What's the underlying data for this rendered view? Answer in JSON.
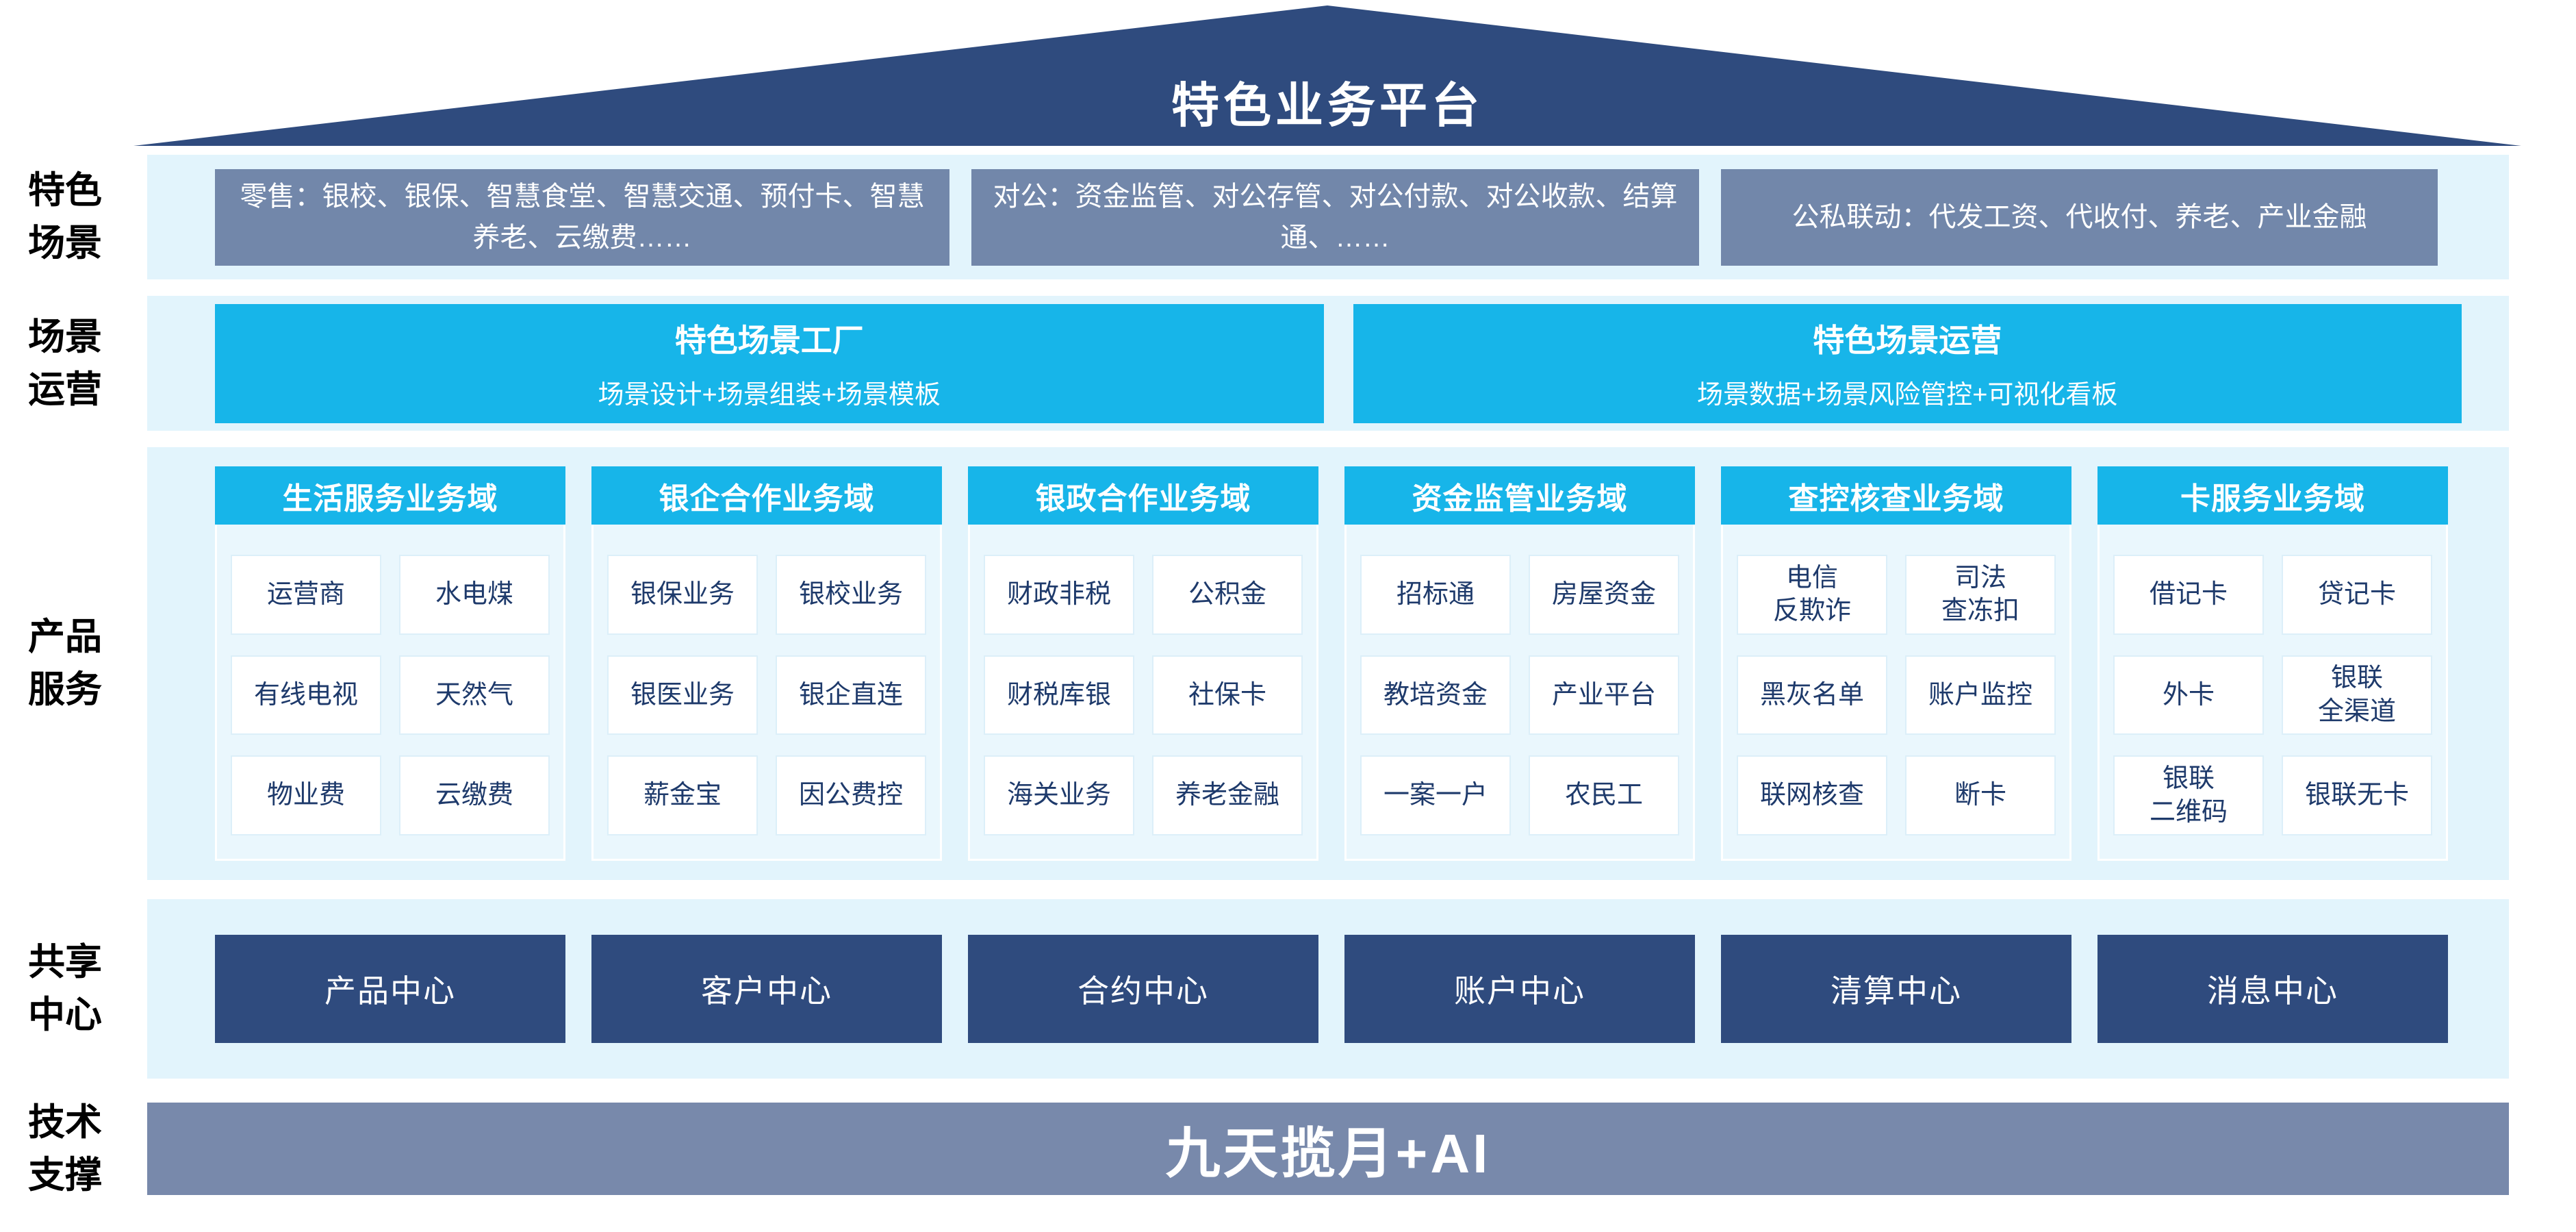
{
  "title": "特色业务平台",
  "colors": {
    "roof": "#2F4B7E",
    "cyan": "#17B5E9",
    "band": "#E2F4FC",
    "gray_blue": "#7287AA",
    "bar": "#7889AB",
    "navy_text": "#1E3A6B",
    "dark_box": "#2F4B7E"
  },
  "scene_row": {
    "label": "特色\n场景",
    "boxes": [
      "零售：银校、银保、智慧食堂、智慧交通、预付卡、智慧养老、云缴费……",
      "对公：资金监管、对公存管、对公付款、对公收款、结算通、……",
      "公私联动：代发工资、代收付、养老、产业金融"
    ]
  },
  "operation_row": {
    "label": "场景\n运营",
    "boxes": [
      {
        "title": "特色场景工厂",
        "subtitle": "场景设计+场景组装+场景模板"
      },
      {
        "title": "特色场景运营",
        "subtitle": "场景数据+场景风险管控+可视化看板"
      }
    ]
  },
  "product_row": {
    "label": "产品\n服务",
    "columns": [
      {
        "header": "生活服务业务域",
        "cells": [
          [
            "运营商",
            "水电煤"
          ],
          [
            "有线电视",
            "天然气"
          ],
          [
            "物业费",
            "云缴费"
          ]
        ]
      },
      {
        "header": "银企合作业务域",
        "cells": [
          [
            "银保业务",
            "银校业务"
          ],
          [
            "银医业务",
            "银企直连"
          ],
          [
            "薪金宝",
            "因公费控"
          ]
        ]
      },
      {
        "header": "银政合作业务域",
        "cells": [
          [
            "财政非税",
            "公积金"
          ],
          [
            "财税库银",
            "社保卡"
          ],
          [
            "海关业务",
            "养老金融"
          ]
        ]
      },
      {
        "header": "资金监管业务域",
        "cells": [
          [
            "招标通",
            "房屋资金"
          ],
          [
            "教培资金",
            "产业平台"
          ],
          [
            "一案一户",
            "农民工"
          ]
        ]
      },
      {
        "header": "查控核查业务域",
        "cells": [
          [
            "电信\n反欺诈",
            "司法\n查冻扣"
          ],
          [
            "黑灰名单",
            "账户监控"
          ],
          [
            "联网核查",
            "断卡"
          ]
        ]
      },
      {
        "header": "卡服务业务域",
        "cells": [
          [
            "借记卡",
            "贷记卡"
          ],
          [
            "外卡",
            "银联\n全渠道"
          ],
          [
            "银联\n二维码",
            "银联无卡"
          ]
        ]
      }
    ]
  },
  "shared_row": {
    "label": "共享\n中心",
    "boxes": [
      "产品中心",
      "客户中心",
      "合约中心",
      "账户中心",
      "清算中心",
      "消息中心"
    ]
  },
  "tech_row": {
    "label": "技术\n支撑",
    "bar": "九天揽月+AI"
  }
}
